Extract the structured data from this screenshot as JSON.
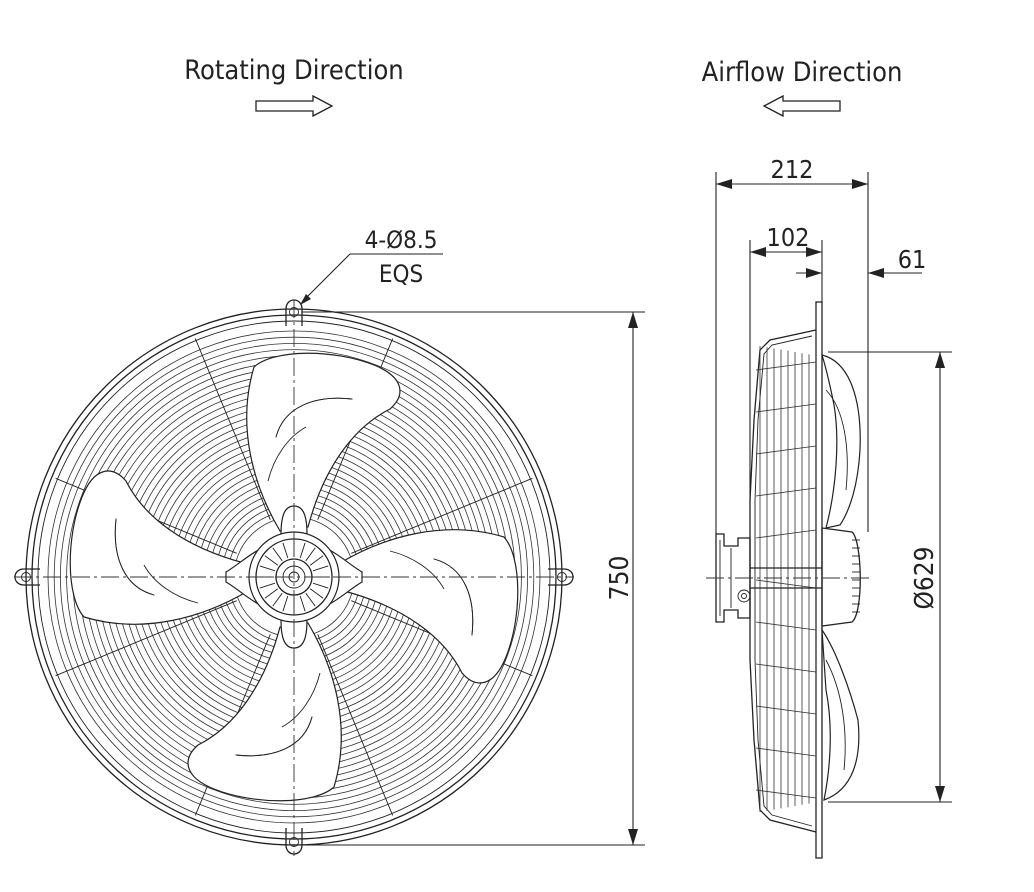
{
  "labels": {
    "rotating_direction": "Rotating Direction",
    "airflow_direction": "Airflow Direction",
    "hole_spec": "4-Ø8.5",
    "hole_spec_sub": "EQS"
  },
  "dimensions": {
    "overall_height": "750",
    "guard_diameter": "Ø629",
    "total_depth": "212",
    "motor_depth": "102",
    "front_offset": "61"
  },
  "colors": {
    "line": "#222222",
    "background": "#ffffff"
  }
}
